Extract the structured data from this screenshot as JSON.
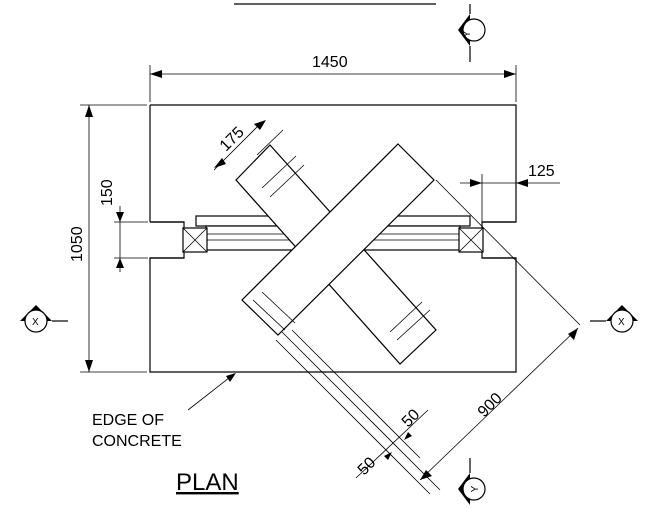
{
  "dimensions": {
    "width_overall": "1450",
    "height_overall": "1050",
    "gap": "150",
    "member_width": "175",
    "offset": "125",
    "length": "900",
    "flange_a": "50",
    "flange_b": "50"
  },
  "labels": {
    "edge_line1": "EDGE OF",
    "edge_line2": "CONCRETE",
    "title": "PLAN"
  },
  "section_markers": {
    "y_top": "Y",
    "y_bottom": "Y",
    "x_left": "X",
    "x_right": "X"
  }
}
